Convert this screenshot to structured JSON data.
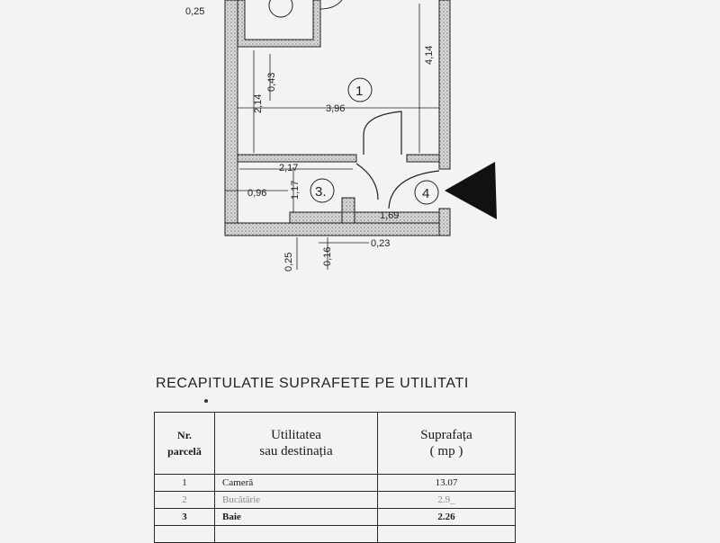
{
  "plan": {
    "dimensions": {
      "top_left": "0,25",
      "height_right": "4,14",
      "inner_left": "0,43",
      "height_left": "2,14",
      "width_room1": "3,96",
      "width_row": "2,17",
      "width_small": "0,96",
      "height_bath": "1,17",
      "width_hall": "1,69",
      "bottom_left": "0,25",
      "bottom_mid": "0,16",
      "bottom_right": "0,23"
    },
    "rooms": {
      "r1": "1",
      "r3": "3.",
      "r4": "4"
    }
  },
  "recap": {
    "title": "RECAPITULATIE SUPRAFETE PE UTILITATI",
    "headers": {
      "nr_line1": "Nr.",
      "nr_line2": "parcelă",
      "util_line1": "Utilitatea",
      "util_line2": "sau destinația",
      "supr_line1": "Suprafața",
      "supr_line2": "( mp )"
    },
    "rows": [
      {
        "nr": "1",
        "name": "Cameră",
        "area": "13.07"
      },
      {
        "nr": "2",
        "name": "Bucătărie",
        "area": "2.9_"
      },
      {
        "nr": "3",
        "name": "Baie",
        "area": "2.26"
      },
      {
        "nr": "",
        "name": "",
        "area": ""
      }
    ]
  }
}
